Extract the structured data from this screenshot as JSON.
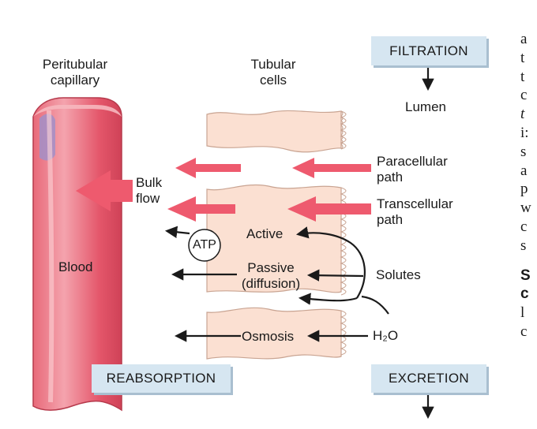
{
  "labels": {
    "peritubular_1": "Peritubular",
    "peritubular_2": "capillary",
    "tubular_1": "Tubular",
    "tubular_2": "cells",
    "filtration": "FILTRATION",
    "lumen": "Lumen",
    "paracellular_1": "Paracellular",
    "paracellular_2": "path",
    "transcellular_1": "Transcellular",
    "transcellular_2": "path",
    "bulk_1": "Bulk",
    "bulk_2": "flow",
    "atp": "ATP",
    "active": "Active",
    "passive_1": "Passive",
    "passive_2": "(diffusion)",
    "solutes": "Solutes",
    "blood": "Blood",
    "osmosis": "Osmosis",
    "water": "H₂O",
    "reabsorption": "REABSORPTION",
    "excretion": "EXCRETION"
  },
  "side_text": [
    "a",
    "t",
    "t",
    "c",
    "t",
    "i:",
    "s",
    "a",
    "p",
    "w",
    "c",
    "s",
    "",
    "S",
    "c",
    "l",
    "c"
  ],
  "colors": {
    "arrow_red": "#ee5a6e",
    "cell_fill": "#fbe0d2",
    "cell_stroke": "#c9a492",
    "vessel_red": "#e4566a",
    "box_fill": "#d6e6f1"
  }
}
